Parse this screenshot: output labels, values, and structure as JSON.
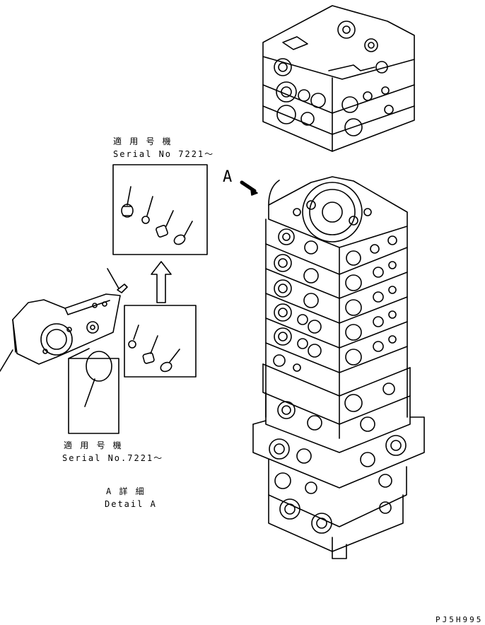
{
  "labels": {
    "applicable_models_top": "適 用 号 機",
    "serial_top": "Serial No 7221～",
    "view_arrow": "A",
    "applicable_models_bottom": "適 用 号 機",
    "serial_bottom": "Serial No.7221～",
    "detail_a_jp": "A 詳 細",
    "detail_a_en": "Detail A",
    "drawing_code": "PJ5H995"
  }
}
